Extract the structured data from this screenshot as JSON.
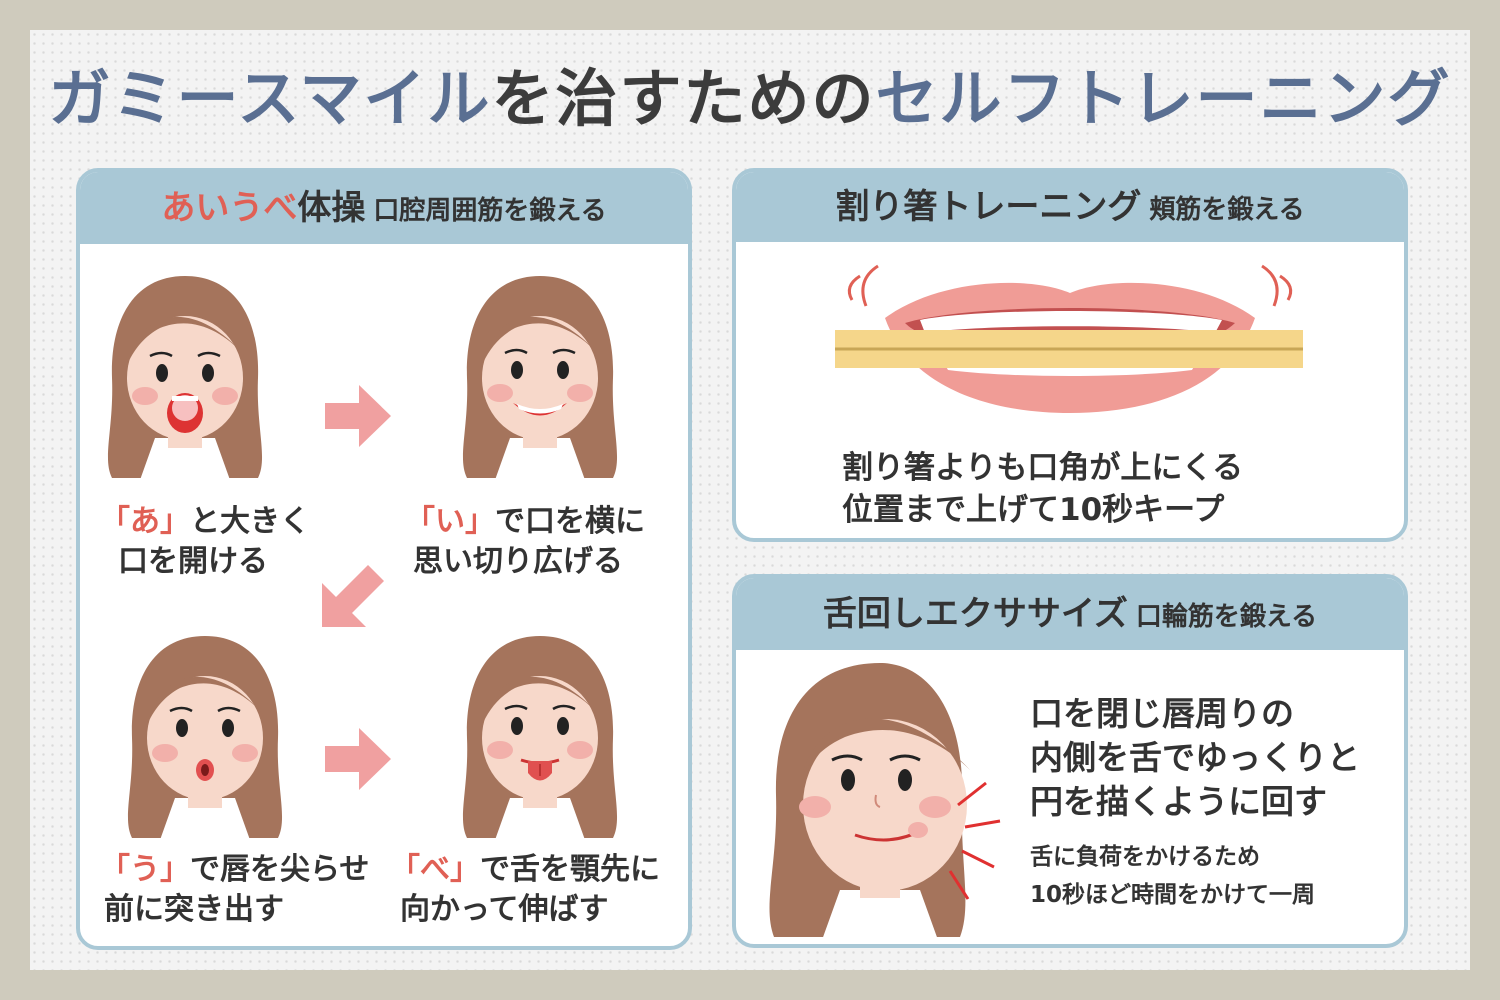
{
  "title": {
    "part1": "ガミースマイル",
    "part2": "を治すための",
    "part3": "セルフトレーニング"
  },
  "aiube": {
    "heading_red": "あいうべ",
    "heading_main": "体操",
    "heading_sub": "口腔周囲筋を鍛える",
    "steps": [
      {
        "quote": "「あ」",
        "line1": "と大きく",
        "line2": "口を開ける"
      },
      {
        "quote": "「い」",
        "line1": "で口を横に",
        "line2": "思い切り広げる"
      },
      {
        "quote": "「う」",
        "line1": "で唇を尖らせ",
        "line2": "前に突き出す"
      },
      {
        "quote": "「べ」",
        "line1": "で舌を顎先に",
        "line2": "向かって伸ばす"
      }
    ]
  },
  "chopsticks": {
    "heading": "割り箸トレーニング",
    "heading_sub": "頬筋を鍛える",
    "line1": "割り箸よりも口角が上にくる",
    "line2": "位置まで上げて10秒キープ"
  },
  "tongue": {
    "heading": "舌回しエクササイズ",
    "heading_sub": "口輪筋を鍛える",
    "line1": "口を閉じ唇周りの",
    "line2": "内側を舌でゆっくりと",
    "line3": "円を描くように回す",
    "note1": "舌に負荷をかけるため",
    "note2": "10秒ほど時間をかけて一周"
  },
  "colors": {
    "title_blue": "#5a6f92",
    "accent_red": "#e06055",
    "panel_blue": "#a9c8d6",
    "hair": "#a5745c",
    "skin": "#f7d8ca",
    "arrow": "#f0a0a0"
  }
}
